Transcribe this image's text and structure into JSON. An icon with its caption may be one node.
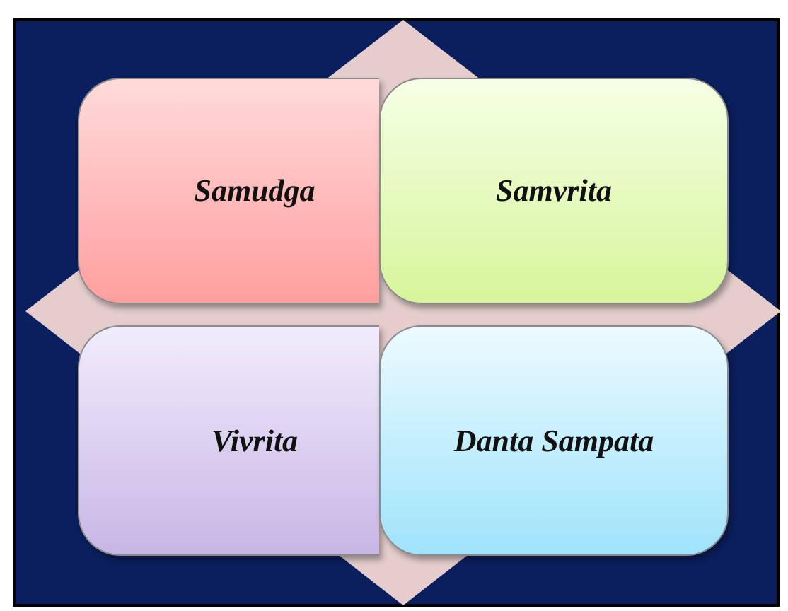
{
  "diagram": {
    "nodes": [
      {
        "text": [
          "Samudga"
        ]
      },
      {
        "text": [
          "Samvrita"
        ]
      },
      {
        "text": [
          "Vivrita"
        ]
      },
      {
        "text": [
          "Danta Sampata"
        ]
      }
    ]
  }
}
